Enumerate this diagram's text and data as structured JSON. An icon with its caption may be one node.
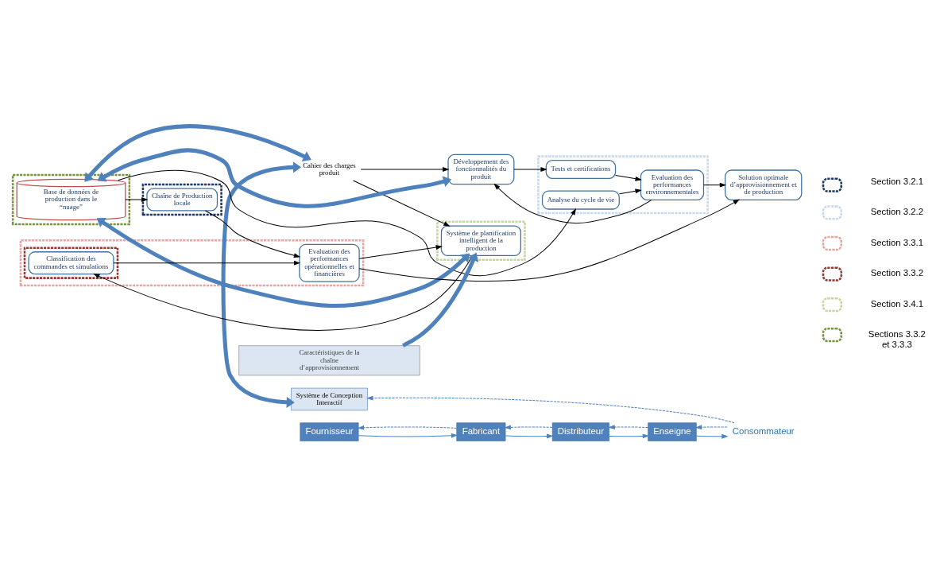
{
  "diagram": {
    "nodes": [
      {
        "text": [
          "Cahier des charges produit"
        ]
      },
      {
        "text": [
          "Développement des fonctionnalités du produit"
        ]
      },
      {
        "text": [],
        "shape": "box"
      },
      {
        "text": [
          "Tests et certifications"
        ],
        "in": 2
      },
      {
        "text": [
          "Analyse du cycle de vie"
        ],
        "in": 2
      },
      {
        "text": [
          "Evaluation des performances environnementales"
        ],
        "in": 2
      },
      {
        "text": [],
        "shape": "box"
      },
      {
        "text": [
          "Base de données de production dans le “nuage”"
        ],
        "in": 6
      },
      {
        "text": [],
        "shape": "box"
      },
      {
        "text": [
          "Chaîne de Production locale"
        ],
        "in": 8
      },
      {
        "text": [
          "Solution optimale d’approvisionnement et de production"
        ]
      },
      {
        "text": [],
        "shape": "box"
      },
      {
        "text": [
          "Evaluation des performances opérationnelles et financières"
        ],
        "in": 11
      },
      {
        "text": [],
        "shape": "box",
        "in": 11
      },
      {
        "text": [
          "Classification des commandes et simulations"
        ],
        "in": 13
      },
      {
        "text": [],
        "shape": "box"
      },
      {
        "text": [
          "Système de planification intelligent de la production"
        ],
        "in": 15
      },
      {
        "text": [
          "Système de Conception Interactif"
        ]
      },
      {
        "text": [
          "Caractéristiques de la chaîne d’approvisionnement"
        ]
      },
      {
        "text": [
          "Fournisseur"
        ]
      },
      {
        "text": [
          "Fabricant"
        ]
      },
      {
        "text": [
          "Distributeur"
        ]
      },
      {
        "text": [
          "Enseigne"
        ]
      },
      {
        "text": [
          "Consommateur"
        ]
      }
    ],
    "edges": [
      {
        "from": 0,
        "to": 1,
        "arrow": "to"
      },
      {
        "from": 0,
        "to": 7,
        "arrow": "both",
        "style": "thick",
        "color": "#4f81bd"
      },
      {
        "from": 0,
        "to": 16,
        "arrow": "to"
      },
      {
        "from": 0,
        "to": 17,
        "arrow": "both",
        "style": "thick",
        "color": "#4f81bd"
      },
      {
        "from": 1,
        "to": 3,
        "arrow": "to"
      },
      {
        "from": 1,
        "to": 7,
        "arrow": "both",
        "style": "thick",
        "color": "#4f81bd"
      },
      {
        "from": 7,
        "to": 4,
        "arrow": "to"
      },
      {
        "from": 7,
        "to": 9,
        "arrow": "to"
      },
      {
        "from": 7,
        "to": 16,
        "arrow": "both",
        "style": "thick",
        "color": "#4f81bd"
      },
      {
        "from": 3,
        "to": 5,
        "arrow": "to"
      },
      {
        "from": 4,
        "to": 5,
        "arrow": "to"
      },
      {
        "from": 5,
        "to": 10,
        "arrow": "to"
      },
      {
        "from": 5,
        "to": 1,
        "arrow": "to"
      },
      {
        "from": 9,
        "to": 12,
        "arrow": "to"
      },
      {
        "from": 16,
        "to": 14,
        "arrow": "to"
      },
      {
        "from": 14,
        "to": 12,
        "arrow": "to"
      },
      {
        "from": 12,
        "to": 10,
        "arrow": "to"
      },
      {
        "from": 12,
        "to": 16,
        "arrow": "to"
      },
      {
        "from": 18,
        "to": 16,
        "arrow": "to",
        "style": "thick",
        "color": "#4f81bd"
      },
      {
        "from": 19,
        "to": 20,
        "arrow": "to",
        "color": "#4f81bd"
      },
      {
        "from": 20,
        "to": 19,
        "arrow": "to",
        "style": "dashed",
        "color": "#4f81bd"
      },
      {
        "from": 20,
        "to": 21,
        "arrow": "to",
        "color": "#4f81bd"
      },
      {
        "from": 21,
        "to": 20,
        "arrow": "to",
        "style": "dashed",
        "color": "#4f81bd"
      },
      {
        "from": 21,
        "to": 22,
        "arrow": "to",
        "color": "#4f81bd"
      },
      {
        "from": 22,
        "to": 21,
        "arrow": "to",
        "style": "dashed",
        "color": "#4f81bd"
      },
      {
        "from": 22,
        "to": 23,
        "arrow": "to",
        "color": "#4f81bd"
      },
      {
        "from": 23,
        "to": 22,
        "arrow": "to",
        "style": "dashed",
        "color": "#4f81bd"
      },
      {
        "from": 23,
        "to": 17,
        "arrow": "to",
        "style": "dashed",
        "color": "#4f81bd"
      }
    ],
    "legend": [
      {
        "text": "Section 3.2.1"
      },
      {
        "text": "Section 3.2.2"
      },
      {
        "text": "Section 3.3.1"
      },
      {
        "text": "Section 3.3.2"
      },
      {
        "text": "Section 3.4.1"
      },
      {
        "text": "Sections 3.3.2 et 3.3.3"
      }
    ]
  }
}
